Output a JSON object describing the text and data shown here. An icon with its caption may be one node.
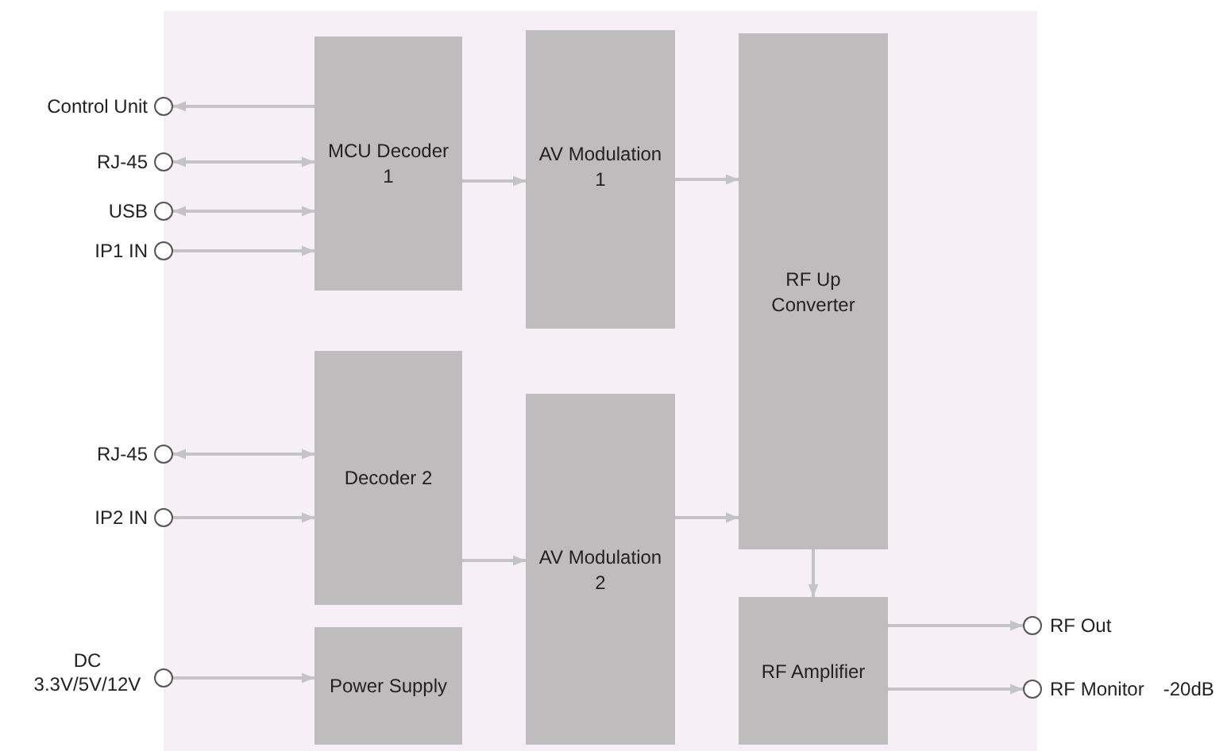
{
  "diagram": {
    "nodes": [
      {
        "text": [],
        "shape": "circle",
        "beside": [
          "Control Unit"
        ]
      },
      {
        "text": [],
        "shape": "circle",
        "beside": [
          "RJ-45"
        ]
      },
      {
        "text": [],
        "shape": "circle",
        "beside": [
          "USB"
        ]
      },
      {
        "text": [],
        "shape": "circle",
        "beside": [
          "IP1 IN"
        ]
      },
      {
        "text": [
          "MCU Decoder 1"
        ]
      },
      {
        "text": [
          "AV Modulation  1"
        ]
      },
      {
        "text": [
          "RF Up Converter"
        ]
      },
      {
        "text": [],
        "shape": "circle",
        "beside": [
          "RJ-45"
        ]
      },
      {
        "text": [],
        "shape": "circle",
        "beside": [
          "IP2 IN"
        ]
      },
      {
        "text": [
          "Decoder 2"
        ]
      },
      {
        "text": [
          "AV Modulation  2"
        ]
      },
      {
        "text": [],
        "shape": "circle",
        "beside": [
          "DC 3.3V/5V/12V"
        ]
      },
      {
        "text": [
          "Power Supply"
        ]
      },
      {
        "text": [
          "RF Amplifier"
        ]
      },
      {
        "text": [],
        "shape": "circle",
        "beside": [
          "RF Out"
        ]
      },
      {
        "text": [],
        "shape": "circle",
        "beside": [
          "RF Monitor",
          "-20dB"
        ]
      }
    ],
    "edges": [
      {
        "from": 4,
        "to": 0,
        "arrow": "to"
      },
      {
        "from": 1,
        "to": 4,
        "arrow": "both"
      },
      {
        "from": 2,
        "to": 4,
        "arrow": "both"
      },
      {
        "from": 3,
        "to": 4,
        "arrow": "to"
      },
      {
        "from": 4,
        "to": 5,
        "arrow": "to"
      },
      {
        "from": 5,
        "to": 6,
        "arrow": "to"
      },
      {
        "from": 7,
        "to": 9,
        "arrow": "both"
      },
      {
        "from": 8,
        "to": 9,
        "arrow": "to"
      },
      {
        "from": 9,
        "to": 10,
        "arrow": "to"
      },
      {
        "from": 10,
        "to": 6,
        "arrow": "to"
      },
      {
        "from": 11,
        "to": 12,
        "arrow": "to"
      },
      {
        "from": 6,
        "to": 13,
        "arrow": "to"
      },
      {
        "from": 13,
        "to": 14,
        "arrow": "to"
      },
      {
        "from": 13,
        "to": 15,
        "arrow": "to"
      }
    ]
  }
}
